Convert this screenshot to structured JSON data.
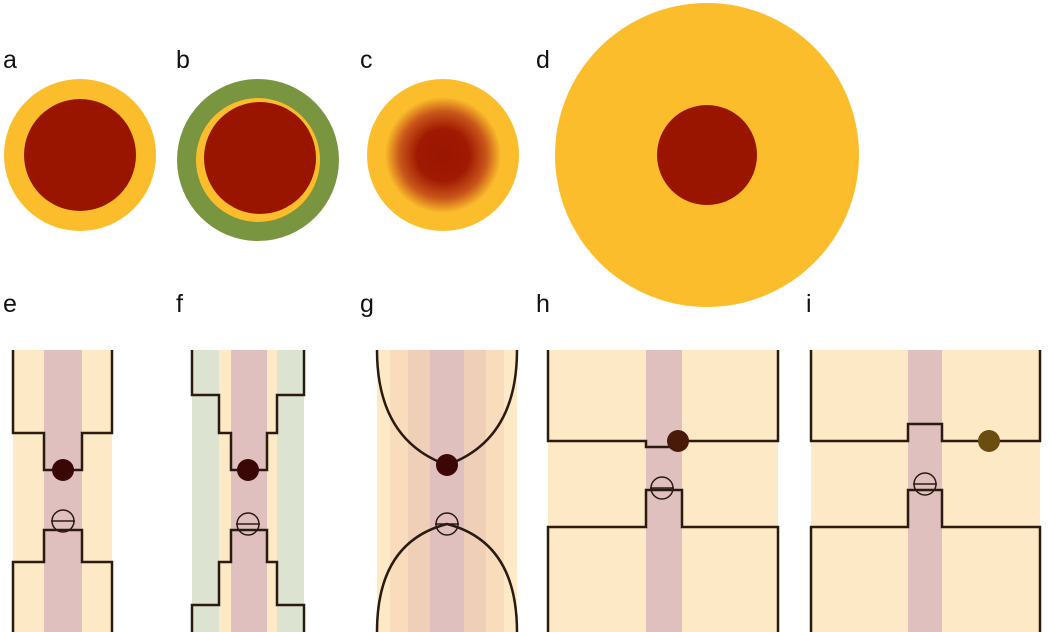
{
  "panels": [
    {
      "letter": "a",
      "kind": "circle-cross-section"
    },
    {
      "letter": "b",
      "kind": "circle-cross-section-with-outer-ring"
    },
    {
      "letter": "c",
      "kind": "circle-cross-section-graded-core"
    },
    {
      "letter": "d",
      "kind": "circle-cross-section-large-cladding"
    },
    {
      "letter": "e",
      "kind": "stepped-taper-profile"
    },
    {
      "letter": "f",
      "kind": "stepped-taper-profile-with-outer-layer"
    },
    {
      "letter": "g",
      "kind": "curved-taper-profile"
    },
    {
      "letter": "h",
      "kind": "offset-step-profile"
    },
    {
      "letter": "i",
      "kind": "offset-step-profile-separated"
    }
  ],
  "colors": {
    "core": "#9a1500",
    "cladding": "#fbbd2b",
    "outer_ring": "#7a9540",
    "core_band": "#e0c0bf",
    "cladding_band": "#fde9c6",
    "outer_band": "#dde3d1",
    "outline": "#2a1a10",
    "dot_dark": "#3a0606",
    "dot_brown": "#6b4d10"
  }
}
